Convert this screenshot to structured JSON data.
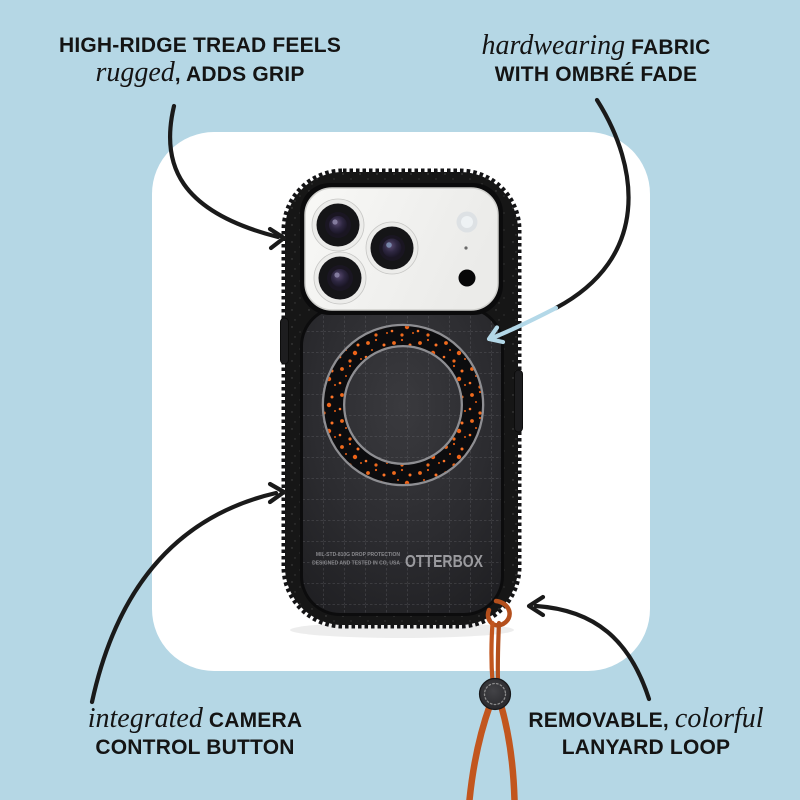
{
  "page": {
    "background_color": "#b5d7e5",
    "card_color": "#ffffff",
    "text_color": "#141414"
  },
  "annotations": {
    "tread": {
      "line1": "HIGH-RIDGE TREAD FEELS",
      "line2_em": "rugged",
      "line2_rest": ", ADDS GRIP"
    },
    "fabric": {
      "line1_em": "hardwearing",
      "line1_rest": " FABRIC",
      "line2": "WITH OMBRÉ FADE"
    },
    "camera": {
      "line1_em": "integrated",
      "line1_rest": " CAMERA",
      "line2": "CONTROL BUTTON"
    },
    "lanyard": {
      "line1_rest": "REMOVABLE, ",
      "line1_em": "colorful",
      "line2": "LANYARD LOOP"
    }
  },
  "phone_case": {
    "brand": "OTTERBOX",
    "print_line1": "MIL-STD-810G DROP PROTECTION",
    "print_line2": "DESIGNED AND TESTED IN CO, USA",
    "colors": {
      "case_black": "#161616",
      "fabric_grid": "#6e6e74",
      "magsafe_speckle_orange": "#ee6318",
      "lanyard_cord_orange": "#c2561e",
      "arrow_black": "#1a1a1a",
      "arrow_highlight_blue": "#b3d8e8",
      "logo_gray": "#9a9a9e"
    }
  }
}
